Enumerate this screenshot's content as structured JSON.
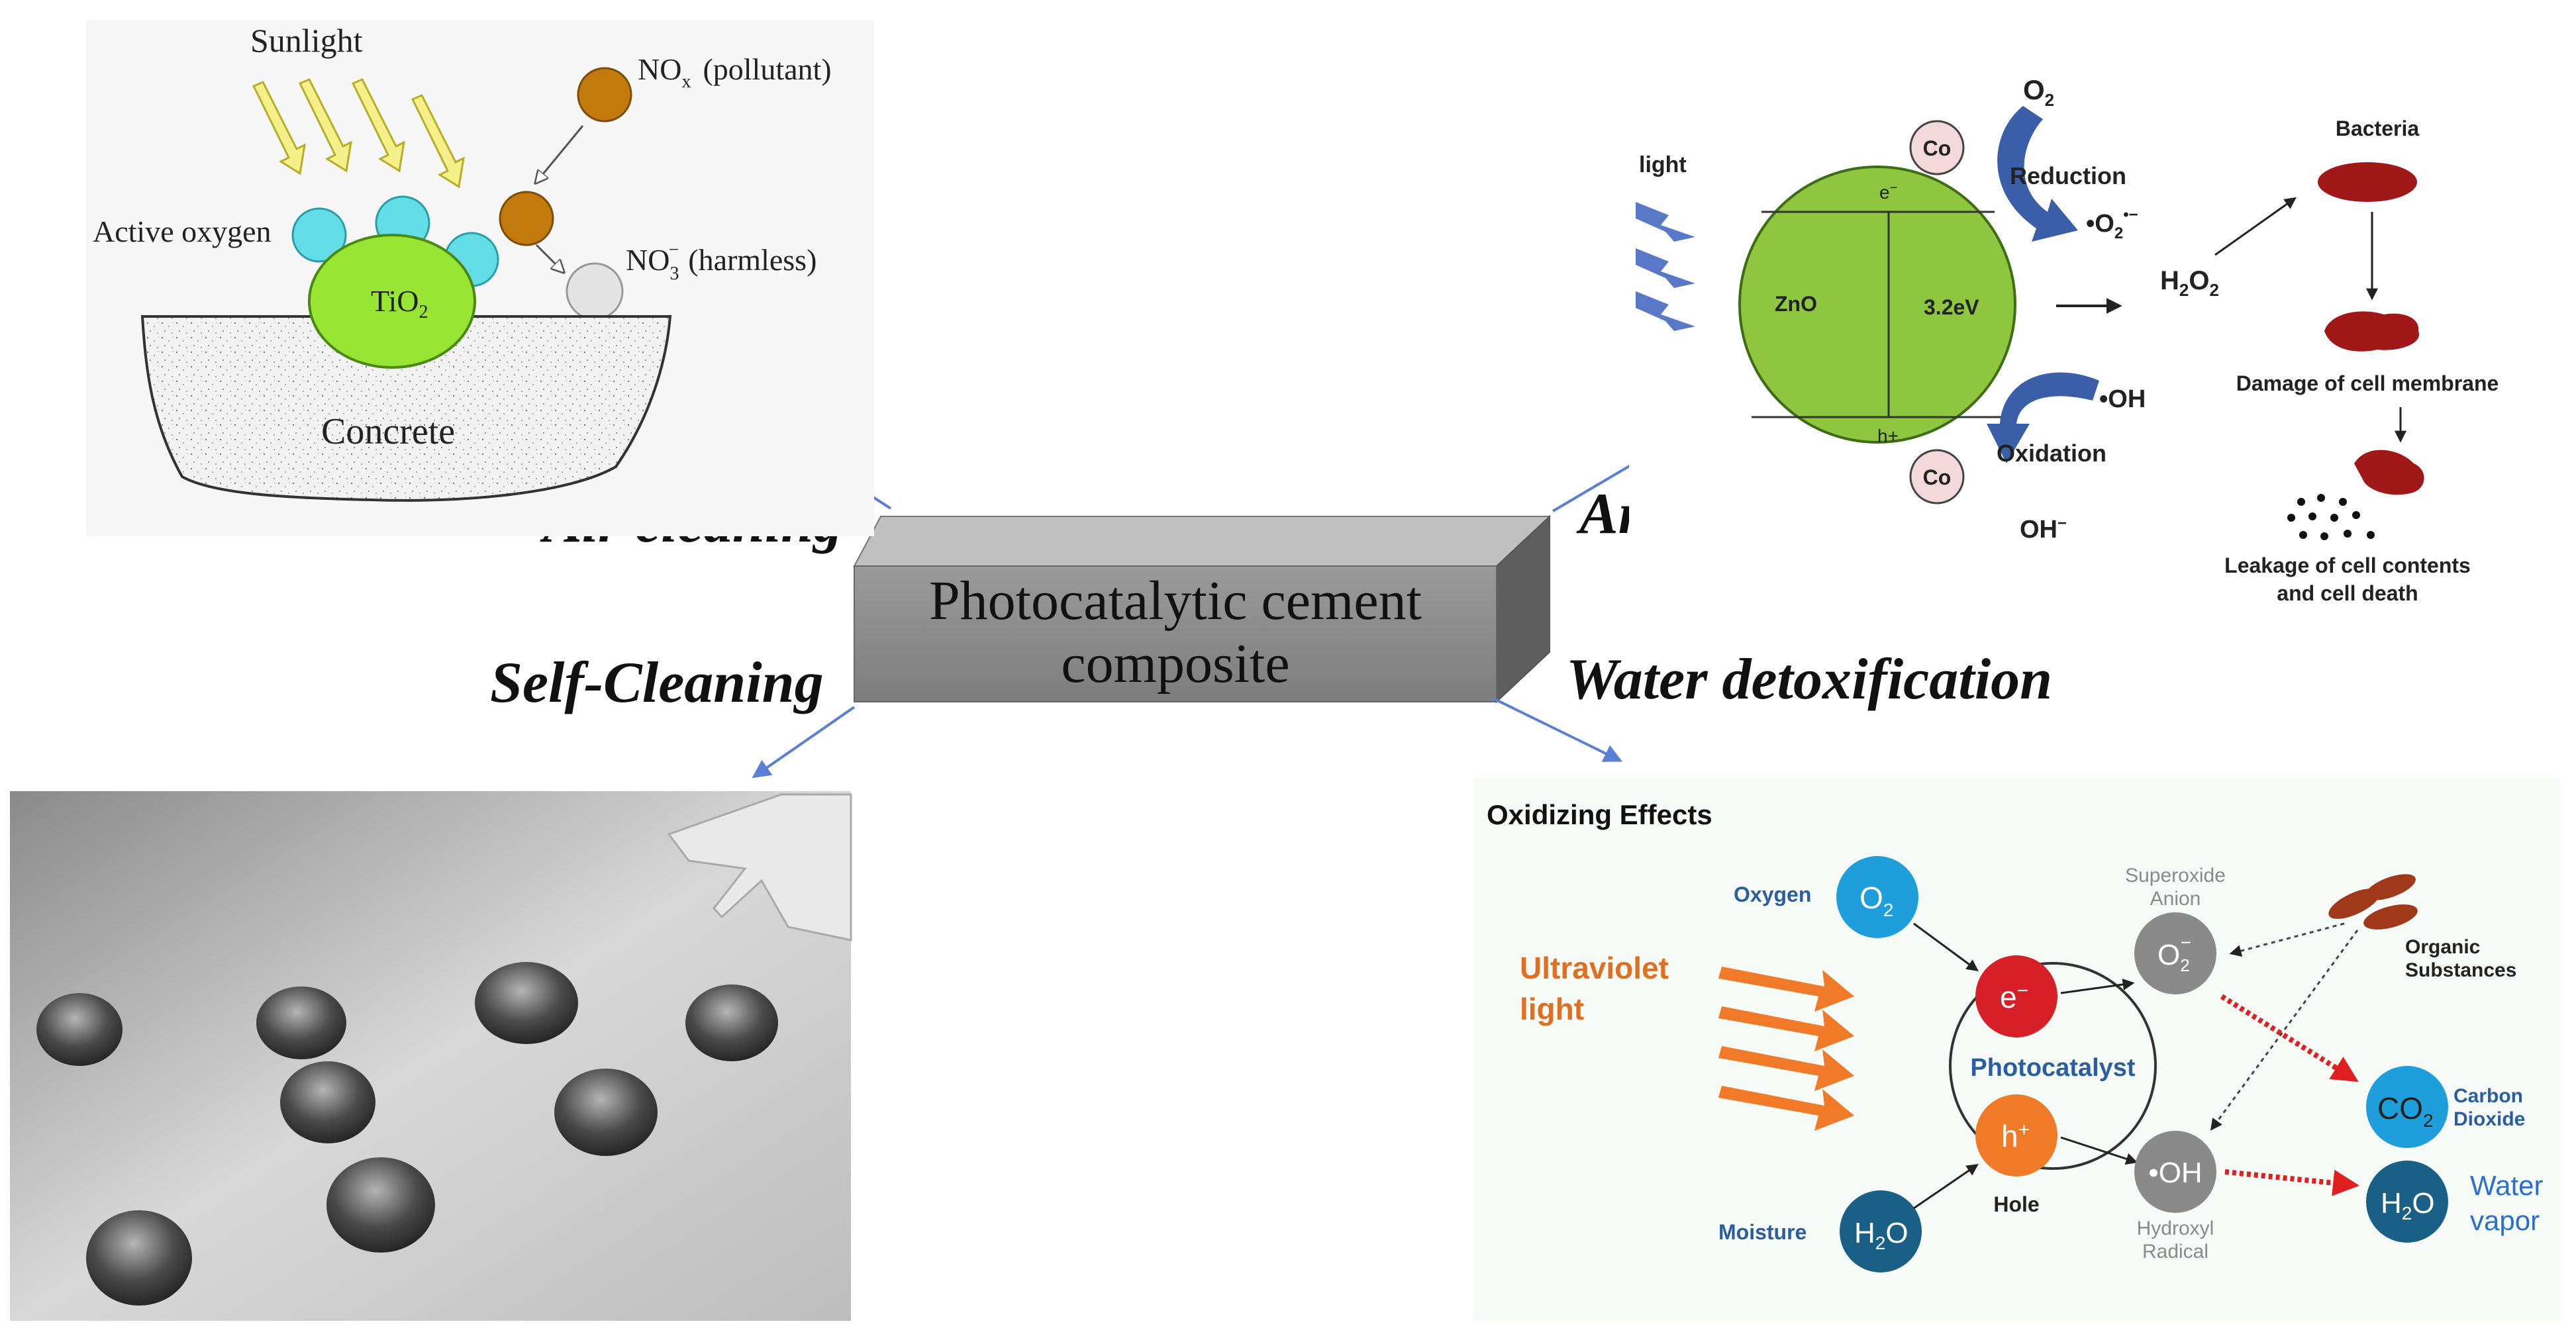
{
  "center": {
    "line1": "Photocatalytic cement",
    "line2": "composite"
  },
  "labels": {
    "air_cleaning": "Air cleaning",
    "antimicrobial": "Antimicrobial",
    "self_cleaning": "Self-Cleaning",
    "water_detoxification": "Water detoxification"
  },
  "air_panel": {
    "sunlight": "Sunlight",
    "nox": "NO",
    "nox_sub": "x",
    "nox_note": "(pollutant)",
    "active_oxygen": "Active oxygen",
    "tio2": "TiO",
    "tio2_sub": "2",
    "no3": "NO",
    "no3_sub": "3",
    "no3_sup": "−",
    "no3_note": "(harmless)",
    "concrete": "Concrete"
  },
  "antimicrobial_panel": {
    "light": "light",
    "co": "Co",
    "o2": "O",
    "o2_sub": "2",
    "reduction": "Reduction",
    "superoxide": "•O",
    "superoxide_sub": "2",
    "superoxide_sup": "•−",
    "electron": "e",
    "electron_sup": "−",
    "zno": "ZnO",
    "band_gap": "3.2eV",
    "hole": "h+",
    "oxidation": "Oxidation",
    "hydroxyl": "•OH",
    "hydroxide": "OH",
    "hydroxide_sup": "−",
    "h2o2": "H",
    "h2o2_sub1": "2",
    "h2o2_mid": "O",
    "h2o2_sub2": "2",
    "bacteria": "Bacteria",
    "damage": "Damage of cell membrane",
    "leakage_line1": "Leakage of cell contents",
    "leakage_line2": "and cell death"
  },
  "water_panel": {
    "title": "Oxidizing Effects",
    "oxygen": "Oxygen",
    "o2_circle": "O",
    "o2_circle_sub": "2",
    "uv_line1": "Ultraviolet",
    "uv_line2": "light",
    "electron": "e",
    "electron_sup": "−",
    "photocatalyst": "Photocatalyst",
    "hole_symbol": "h",
    "hole_sup": "+",
    "hole": "Hole",
    "moisture": "Moisture",
    "h2o": "H",
    "h2o_sub": "2",
    "h2o_end": "O",
    "superoxide_line1": "Superoxide",
    "superoxide_line2": "Anion",
    "superoxide_symbol": "O",
    "superoxide_sub": "2",
    "superoxide_sup": "−",
    "hydroxyl_symbol": "•OH",
    "hydroxyl_line1": "Hydroxyl",
    "hydroxyl_line2": "Radical",
    "organic_line1": "Organic",
    "organic_line2": "Substances",
    "co2": "CO",
    "co2_sub": "2",
    "co2_line1": "Carbon",
    "co2_line2": "Dioxide",
    "water_line1": "Water",
    "water_line2": "vapor"
  },
  "colors": {
    "arrow": "#5b7fd4",
    "box": "#8a8a8a",
    "green": "#8ec63f",
    "tio2_green": "#98e633",
    "cyan": "#59d7e6",
    "orange": "#f07a28",
    "blue": "#1e9fdc",
    "navy": "#195f86",
    "red": "#d61f26",
    "bacteria": "#a01818"
  }
}
